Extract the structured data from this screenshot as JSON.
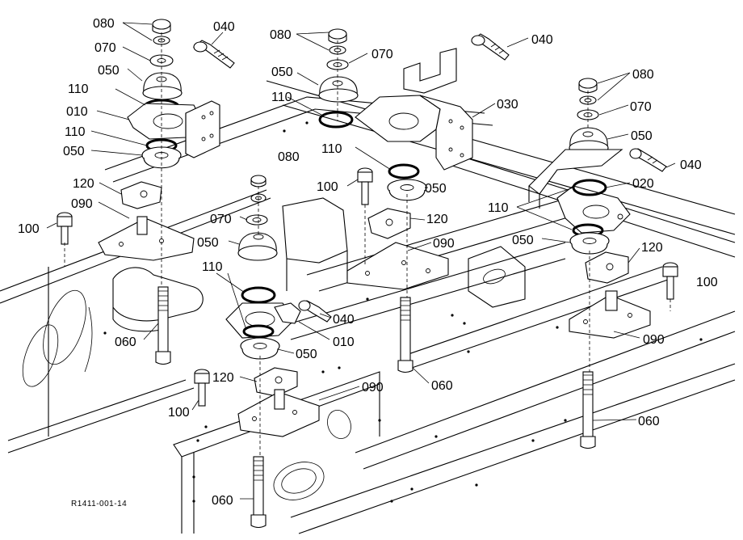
{
  "diagram": {
    "drawing_code": "R1411-001-14",
    "part_numbers": {
      "p010": "010",
      "p020": "020",
      "p030": "030",
      "p040": "040",
      "p050": "050",
      "p060": "060",
      "p070": "070",
      "p080": "080",
      "p090": "090",
      "p100": "100",
      "p110": "110",
      "p120": "120"
    }
  }
}
